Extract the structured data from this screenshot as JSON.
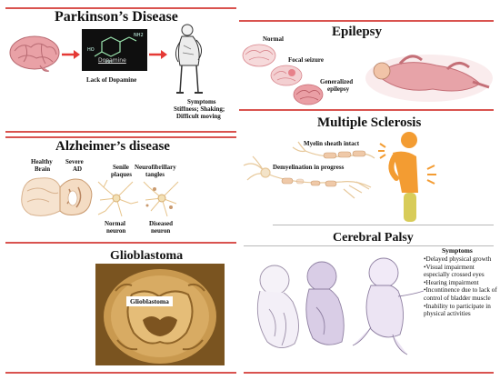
{
  "parkinsons": {
    "title": "Parkinson’s Disease",
    "molecule_label": "Dopamine",
    "caption": "Lack of Dopamine",
    "symptoms_heading": "Symptoms",
    "symptoms": "Stiffness; Shaking;",
    "symptoms2": "Difficult moving"
  },
  "epilepsy": {
    "title": "Epilepsy",
    "normal": "Normal",
    "focal": "Focal seizure",
    "generalized1": "Generalized",
    "generalized2": "epilepsy"
  },
  "multiple_sclerosis": {
    "title": "Multiple Sclerosis",
    "myelin": "Myelin sheath intact",
    "demyelination": "Demyelination in progress"
  },
  "alzheimers": {
    "title": "Alzheimer’s disease",
    "healthy1": "Healthy",
    "healthy2": "Brain",
    "severe1": "Severe",
    "severe2": "AD",
    "senile1": "Senile",
    "senile2": "plaques",
    "tangles1": "Neurofibrillary",
    "tangles2": "tangles",
    "normal1": "Normal",
    "normal2": "neuron",
    "diseased1": "Diseased",
    "diseased2": "neuron"
  },
  "glioblastoma": {
    "title": "Glioblastoma",
    "tumor_label": "Glioblastoma"
  },
  "cerebral_palsy": {
    "title": "Cerebral Palsy",
    "symptoms_heading": "Symptoms",
    "symptoms": [
      "Delayed physical growth",
      "Visual impairment especially crossed eyes",
      "Hearing impairment",
      "Incontinence due to lack of control of bladder muscle",
      "Inability to participate in physical activities"
    ]
  },
  "colors": {
    "rule": "#d9534f",
    "arrow": "#e53935",
    "brain_pink": "#e8a3a8",
    "orange_figure": "#f39c32"
  }
}
